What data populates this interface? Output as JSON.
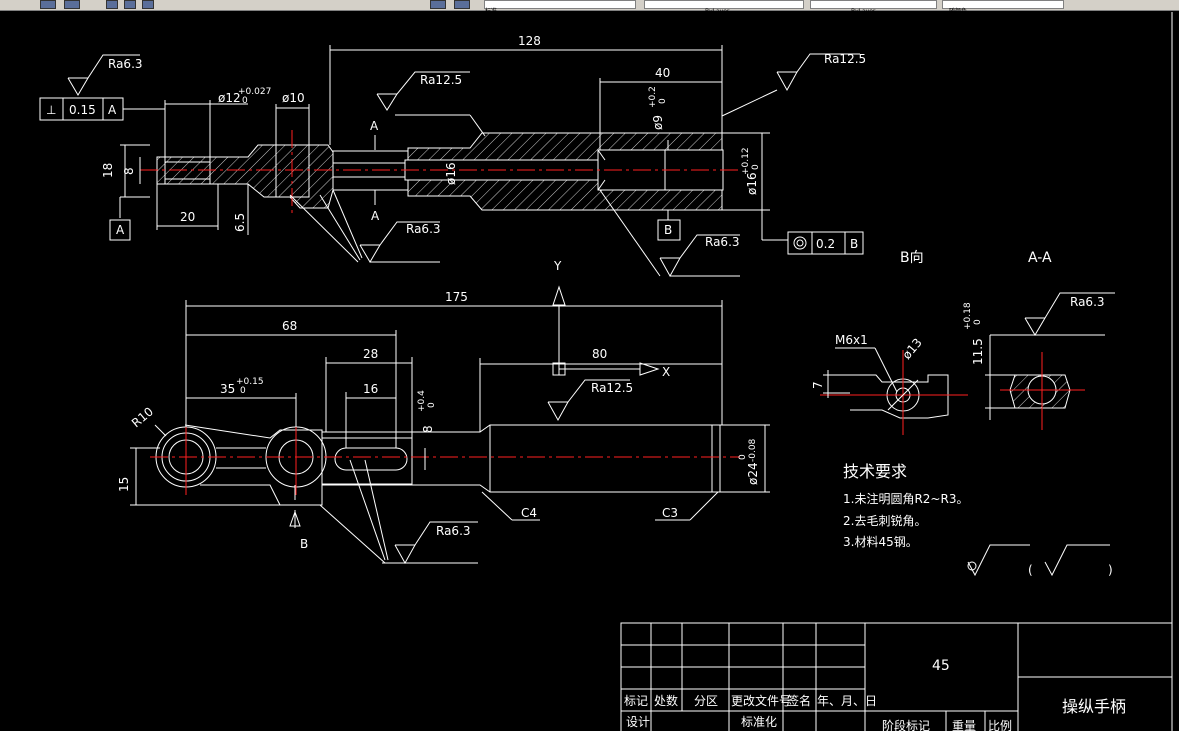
{
  "toolbar": {
    "field1": "标准",
    "field2": "ByLayer",
    "field3": "ByLayer",
    "field4": "ByLayer",
    "field5": "随颜色"
  },
  "colors": {
    "background": "#000000",
    "outline": "#ffffff",
    "centerline": "#ff2020"
  },
  "top_view": {
    "dims": {
      "d128": "128",
      "d40": "40",
      "d18": "18",
      "d8": "8",
      "d20": "20",
      "d65": "6.5",
      "d_phi10": "ø10",
      "d_phi12": "ø12",
      "tol_phi12": "+0.027",
      "tol_phi12_low": "0",
      "d_phi16": "ø16",
      "d_phi9": "ø9",
      "tol_phi9": "+0.2",
      "tol_phi9_low": "0",
      "d_phi16b": "ø16",
      "tol_phi16b": "+0.12",
      "tol_phi16b_low": "0"
    },
    "rough": {
      "r1": "Ra6.3",
      "r2": "Ra12.5",
      "r3": "Ra12.5",
      "r4": "Ra6.3",
      "r5": "Ra6.3"
    },
    "section_marks": {
      "a_top": "A",
      "a_bottom": "A"
    },
    "datum_a": "A",
    "datum_b": "B",
    "tol_perp": {
      "value": "0.15",
      "datum": "A"
    },
    "tol_conc": {
      "value": "0.2",
      "datum": "B"
    }
  },
  "bottom_view": {
    "dims": {
      "d175": "175",
      "d68": "68",
      "d28": "28",
      "d16": "16",
      "d80": "80",
      "d35": "35",
      "tol_35": "+0.15",
      "tol_35_low": "0",
      "d8b": "8",
      "tol_8": "+0.4",
      "tol_8_low": "0",
      "r10": "R10",
      "d15": "15",
      "d_phi24": "ø24",
      "tol_24": "0",
      "tol_24_low": "-0.08",
      "c4": "C4",
      "c3": "C3"
    },
    "rough": {
      "r1": "Ra12.5",
      "r2": "Ra6.3"
    },
    "axis_y": "Y",
    "axis_x": "X",
    "view_arrow": "B"
  },
  "view_b": {
    "title": "B向",
    "thread": "M6x1",
    "dia": "ø13",
    "dim7": "7"
  },
  "view_aa": {
    "title": "A-A",
    "rough": "Ra6.3",
    "dim": "11.5",
    "tol": "+0.18",
    "tol_low": "0"
  },
  "notes": {
    "title": "技术要求",
    "items": [
      "1.未注明圆角R2~R3。",
      "2.去毛刺锐角。",
      "3.材料45钢。"
    ]
  },
  "other_rough": {
    "open": "(",
    "close": ")"
  },
  "title_block": {
    "material": "45",
    "part_name": "操纵手柄",
    "headers": [
      "标记",
      "处数",
      "分区",
      "更改文件号",
      "签名",
      "年、月、日"
    ],
    "row2": [
      "设计",
      "标准化"
    ],
    "stage": "阶段标记",
    "weight": "重量",
    "scale": "比例"
  }
}
